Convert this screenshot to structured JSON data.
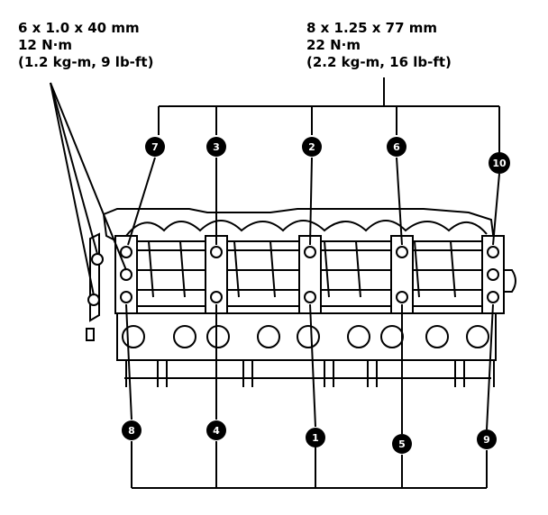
{
  "specs": {
    "left": {
      "line1": "6 x 1.0 x 40 mm",
      "line2": "12 N·m",
      "line3": "(1.2 kg-m, 9 lb-ft)"
    },
    "right": {
      "line1": "8 x 1.25 x 77 mm",
      "line2": "22 N·m",
      "line3": "(2.2 kg-m, 16 lb-ft)"
    }
  },
  "bolt_callouts": {
    "top": [
      "7",
      "3",
      "2",
      "6",
      "10"
    ],
    "bottom": [
      "8",
      "4",
      "1",
      "5",
      "9"
    ]
  }
}
